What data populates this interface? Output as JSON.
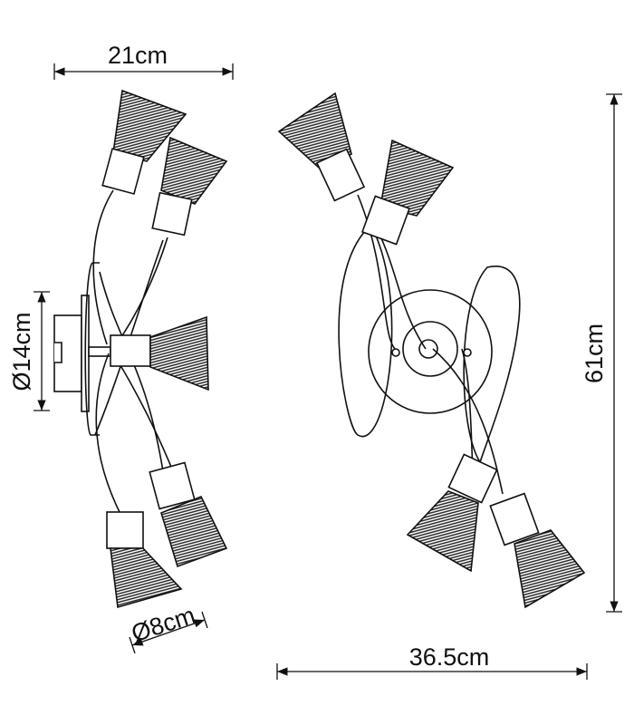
{
  "dimensions": {
    "width_top": "21cm",
    "height_right": "61cm",
    "diameter_base": "Ø14cm",
    "diameter_shade": "Ø8cm",
    "width_bottom": "36.5cm"
  },
  "colors": {
    "ink": "#111111",
    "shade_hatch": "#2a2a2a",
    "background": "#ffffff"
  }
}
